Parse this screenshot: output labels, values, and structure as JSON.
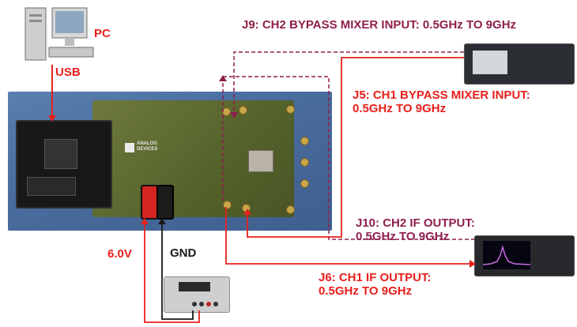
{
  "labels": {
    "pc": "PC",
    "usb": "USB",
    "j9": "J9: CH2 BYPASS MIXER INPUT: 0.5GHz TO 9GHz",
    "j5": "J5: CH1 BYPASS MIXER INPUT:\n0.5GHz TO 9GHz",
    "j10": "J10: CH2 IF OUTPUT:\n0.5GHz TO 9GHz",
    "j6": "J6: CH1 IF OUTPUT:\n0.5GHz TO 9GHz",
    "v6": "6.0V",
    "gnd": "GND"
  },
  "board_text": {
    "logo": "ANALOG\nDEVICES"
  },
  "colors": {
    "red": "#e8201c",
    "maroon": "#8f1f4e",
    "black": "#1a1a1a"
  }
}
